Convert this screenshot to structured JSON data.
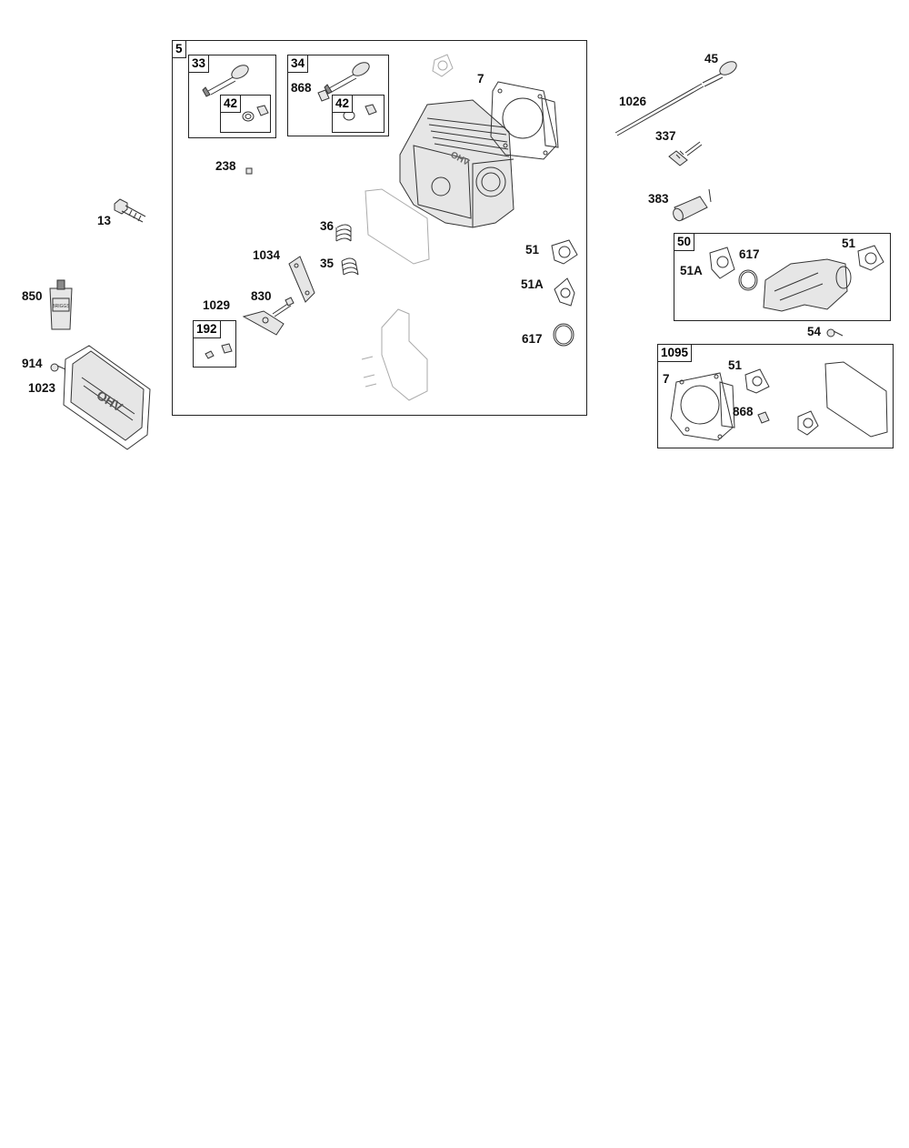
{
  "kits": {
    "k5": "5",
    "k33": "33",
    "k34": "34",
    "k42a": "42",
    "k42b": "42",
    "k192": "192",
    "k50": "50",
    "k1095": "1095"
  },
  "labels": {
    "p13": "13",
    "p850": "850",
    "p914": "914",
    "p1023": "1023",
    "p868a": "868",
    "p238": "238",
    "p36": "36",
    "p35": "35",
    "p1034": "1034",
    "p1029": "1029",
    "p830": "830",
    "p7a": "7",
    "p51a": "51",
    "p51A_a": "51A",
    "p617a": "617",
    "p45": "45",
    "p1026": "1026",
    "p337": "337",
    "p383": "383",
    "p51A_b": "51A",
    "p617b": "617",
    "p51b": "51",
    "p54": "54",
    "p7b": "7",
    "p51c": "51",
    "p868b": "868"
  },
  "tube_text": "BRIGGS"
}
